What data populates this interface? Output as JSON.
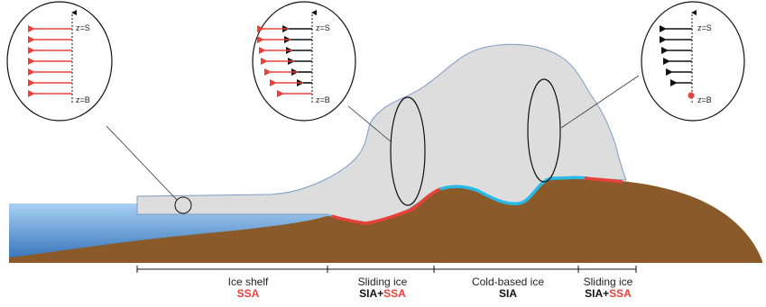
{
  "colors": {
    "ocean": "#3b7fc4",
    "bed": "#8a5a2b",
    "ice": "#dddddd",
    "ice_outline": "#7a9cc4",
    "sliding_base": "#e8403a",
    "frozen_base": "#2ab8e6",
    "ssa_text": "#e8403a"
  },
  "profiles": {
    "shelf": {
      "top": "z=S",
      "bottom": "z=B"
    },
    "sliding": {
      "top": "z=S",
      "bottom": "z=B"
    },
    "cold": {
      "top": "z=S",
      "bottom": "z=B"
    }
  },
  "regions": [
    {
      "title": "Ice shelf",
      "models": [
        {
          "text": "SSA",
          "color": "red"
        }
      ]
    },
    {
      "title": "Sliding ice",
      "models": [
        {
          "text": "SIA",
          "color": "black"
        },
        {
          "text": "+",
          "color": "black"
        },
        {
          "text": "SSA",
          "color": "red"
        }
      ]
    },
    {
      "title": "Cold-based ice",
      "models": [
        {
          "text": "SIA",
          "color": "black"
        }
      ]
    },
    {
      "title": "Sliding ice",
      "models": [
        {
          "text": "SIA",
          "color": "black"
        },
        {
          "text": "+",
          "color": "black"
        },
        {
          "text": "SSA",
          "color": "red"
        }
      ]
    }
  ]
}
